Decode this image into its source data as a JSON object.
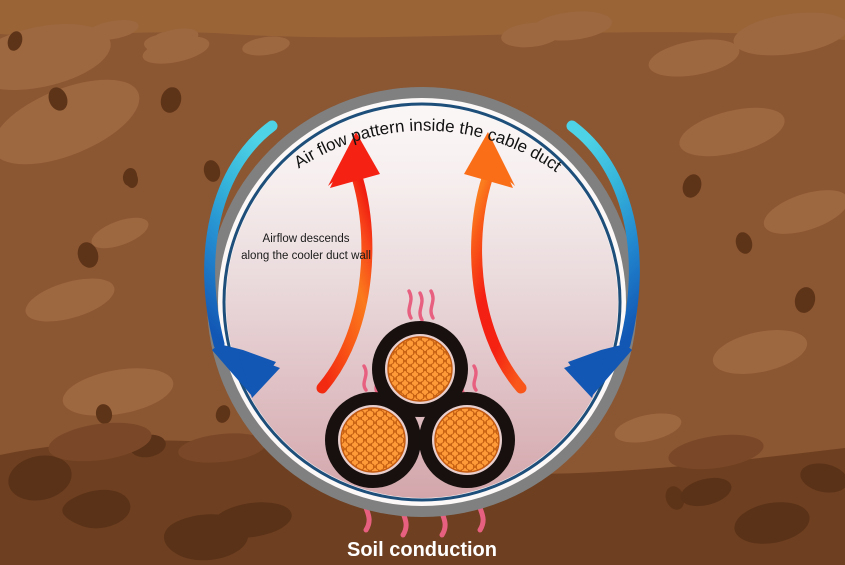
{
  "diagram": {
    "title_curved": "Air flow pattern inside the cable duct",
    "annotation": {
      "line1": "Airflow descends",
      "line2": "along the cooler duct wall"
    },
    "bottom_label": "Soil conduction"
  },
  "colors": {
    "soil_base": "#8B5632",
    "soil_light": "#9D6840",
    "soil_dark_layer": "#6E3F20",
    "soil_pebble": "#5E3418",
    "duct_ring_gray": "#808080",
    "duct_inner_top": "#FAF5F5",
    "duct_inner_bottom": "#D4A8AC",
    "arrow_cool_top": "#3FC6DE",
    "arrow_cool_bottom": "#1560BD",
    "arrow_warm_bottom": "#F23A16",
    "arrow_warm_top": "#FF4A18",
    "arrow_warm_orange": "#F9701A",
    "heat_wave": "#E8607F",
    "cable_insulation": "#17100E",
    "cable_sheath": "#E8CFCE",
    "conductor_orange": "#F08020",
    "conductor_outline": "#C35A10",
    "label_text": "#FFFFFF"
  },
  "elements": {
    "duct_name": "cable-duct",
    "cable_count": 3,
    "rising_arrows": 2,
    "descending_arrows": 2,
    "heat_wave_clusters": 2,
    "soil_conduction_waves": 4
  }
}
